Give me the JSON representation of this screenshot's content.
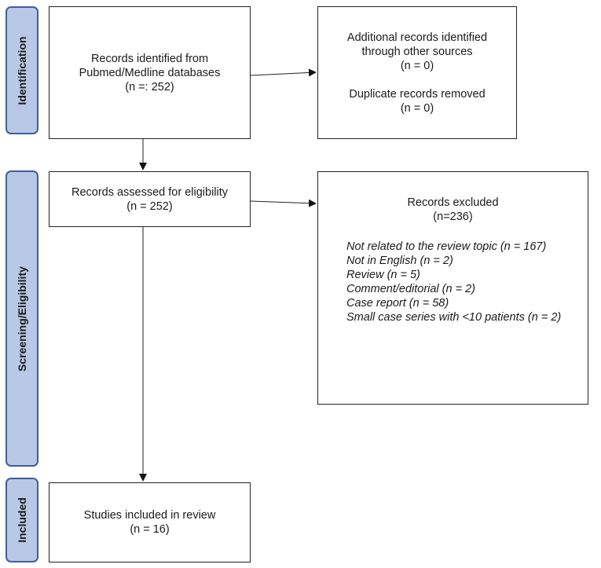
{
  "phases": {
    "identification": "Identification",
    "screening": "Screening/Eligibility",
    "included": "Included"
  },
  "boxes": {
    "identified": {
      "line1": "Records identified from",
      "line2": "Pubmed/Medline databases",
      "line3": "(n =: 252)"
    },
    "additional": {
      "line1": "Additional records identified",
      "line2": "through other sources",
      "line3": "(n = 0)",
      "line4": "Duplicate records removed",
      "line5": "(n = 0)"
    },
    "assessed": {
      "line1": "Records assessed for eligibility",
      "line2": "(n = 252)"
    },
    "excluded": {
      "line1": "Records excluded",
      "line2": "(n=236)",
      "reasons": [
        "Not related to the review topic (n = 167)",
        "Not in English (n = 2)",
        "Review (n = 5)",
        "Comment/editorial (n = 2)",
        "Case report (n = 58)",
        "Small case series with <10 patients (n = 2)"
      ]
    },
    "included": {
      "line1": "Studies included in review",
      "line2": "(n = 16)"
    }
  }
}
